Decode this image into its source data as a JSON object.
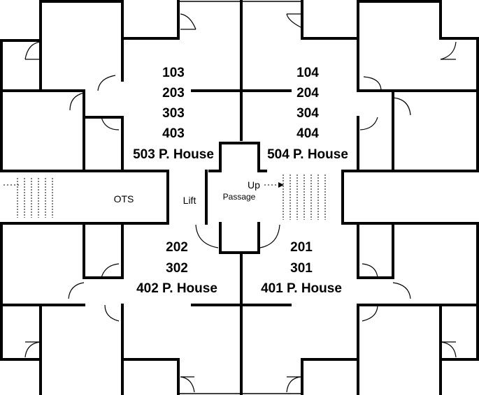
{
  "units_top_left": {
    "lines": [
      "103",
      "203",
      "303",
      "403",
      "503 P. House"
    ]
  },
  "units_top_right": {
    "lines": [
      "104",
      "204",
      "304",
      "404",
      "504 P. House"
    ]
  },
  "units_bottom_left": {
    "lines": [
      "202",
      "302",
      "402 P. House"
    ]
  },
  "units_bottom_right": {
    "lines": [
      "201",
      "301",
      "401 P. House"
    ]
  },
  "labels": {
    "ots": "OTS",
    "lift": "Lift",
    "passage": "Passage",
    "up": "Up"
  }
}
